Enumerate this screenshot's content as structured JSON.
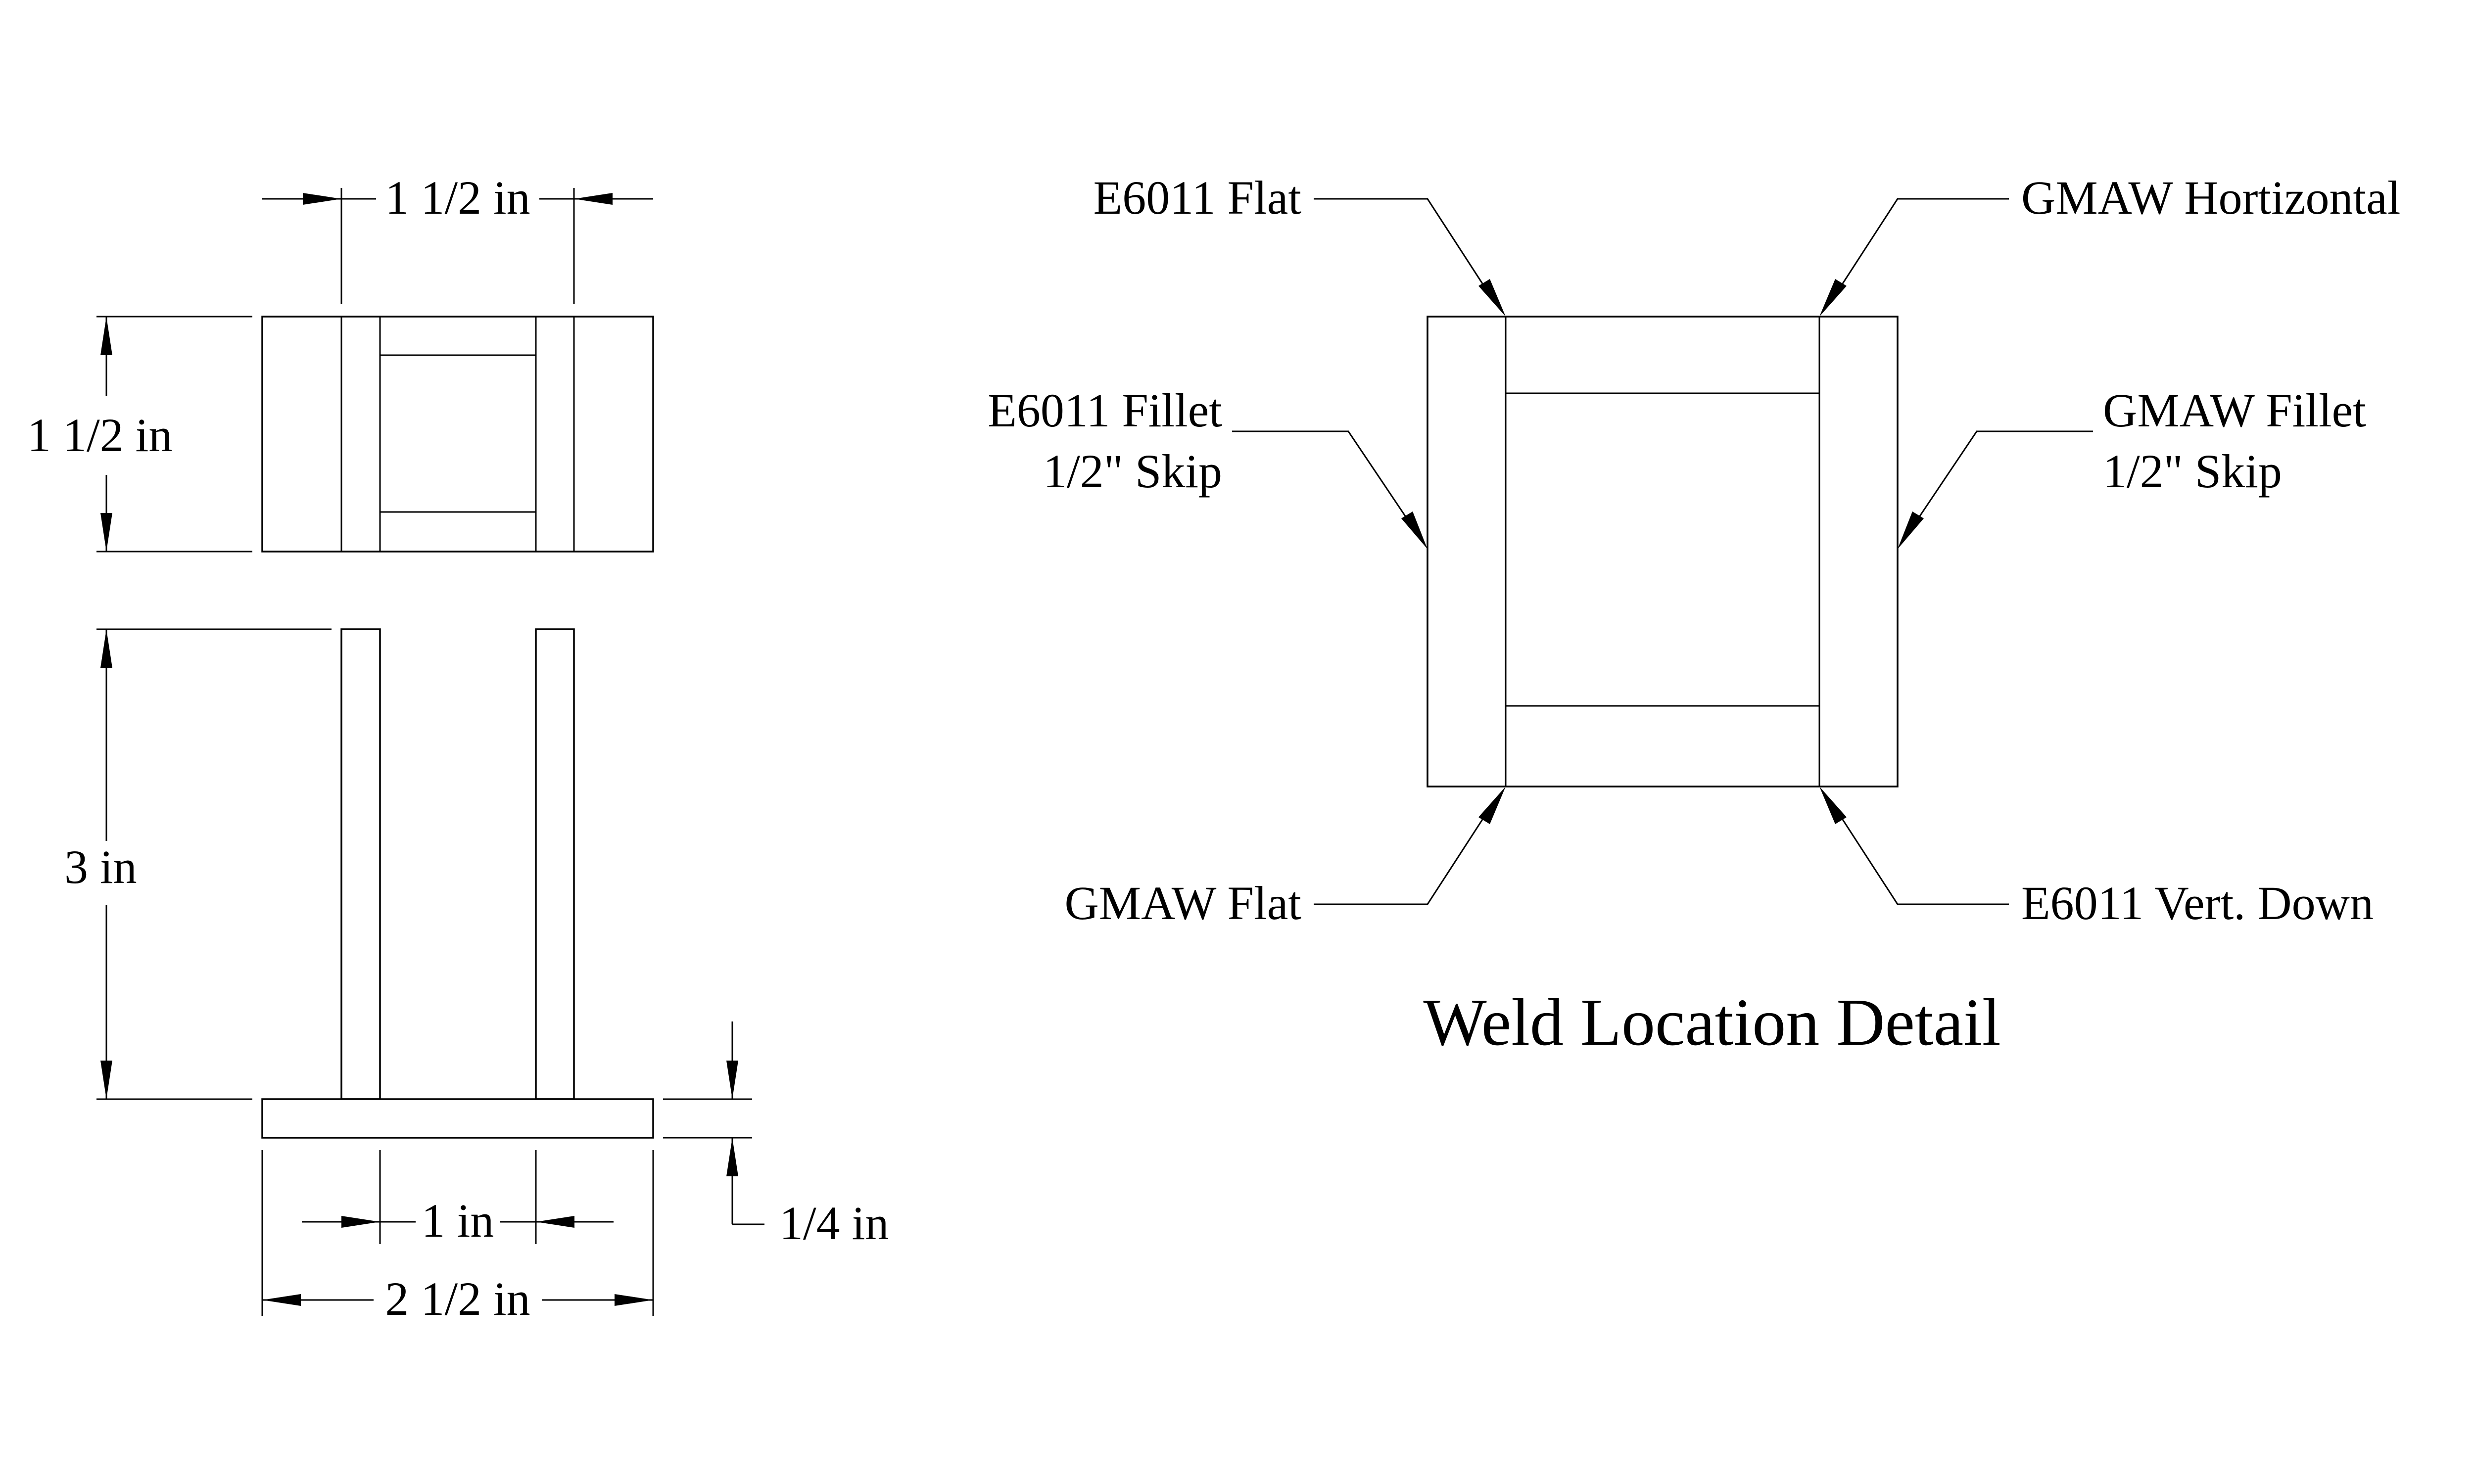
{
  "dimensions": {
    "top_width": "1 1/2 in",
    "top_height": "1 1/2 in",
    "side_height": "3 in",
    "base_thickness": "1/4 in",
    "inner_width": "1 in",
    "base_width": "2 1/2 in"
  },
  "weld_callouts": {
    "top_left": "E6011 Flat",
    "top_right": "GMAW Hortizontal",
    "left_line1": "E6011 Fillet",
    "left_line2": "1/2\" Skip",
    "right_line1": "GMAW Fillet",
    "right_line2": "1/2\" Skip",
    "bottom_left": "GMAW Flat",
    "bottom_right": "E6011 Vert. Down"
  },
  "detail_title": "Weld Location Detail"
}
